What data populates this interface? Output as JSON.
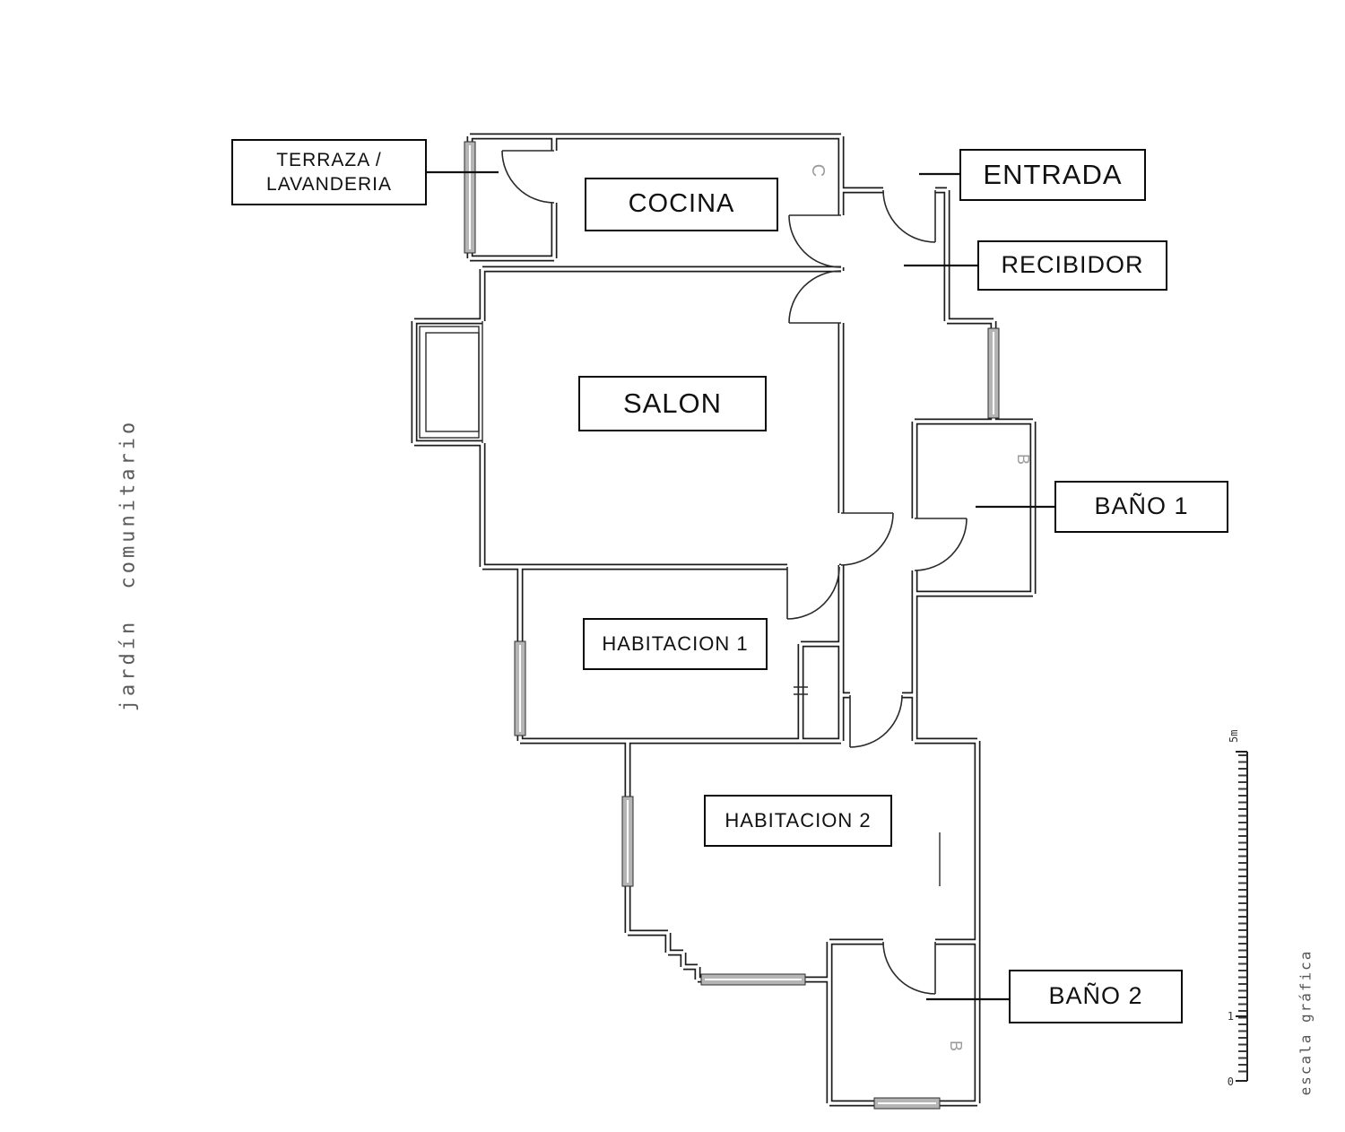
{
  "labels": {
    "terraza_line1": "TERRAZA /",
    "terraza_line2": "LAVANDERIA",
    "cocina": "COCINA",
    "entrada": "ENTRADA",
    "recibidor": "RECIBIDOR",
    "salon": "SALON",
    "bano1": "BAÑO 1",
    "habitacion1": "HABITACION 1",
    "habitacion2": "HABITACION 2",
    "bano2": "BAÑO 2"
  },
  "annotations": {
    "left_margin": "jardín comunitario",
    "scale_caption": "escala gráfica",
    "scale_top": "5m",
    "scale_one": "1",
    "scale_zero": "0",
    "kitchen_letter": "C",
    "bath1_letter": "B",
    "bath2_letter": "B"
  },
  "colors": {
    "wall": "#1c1c1c",
    "window_fill": "#b5b5b5",
    "rotated_letter": "#9b9b9b",
    "label_border": "#0a0a0a"
  }
}
